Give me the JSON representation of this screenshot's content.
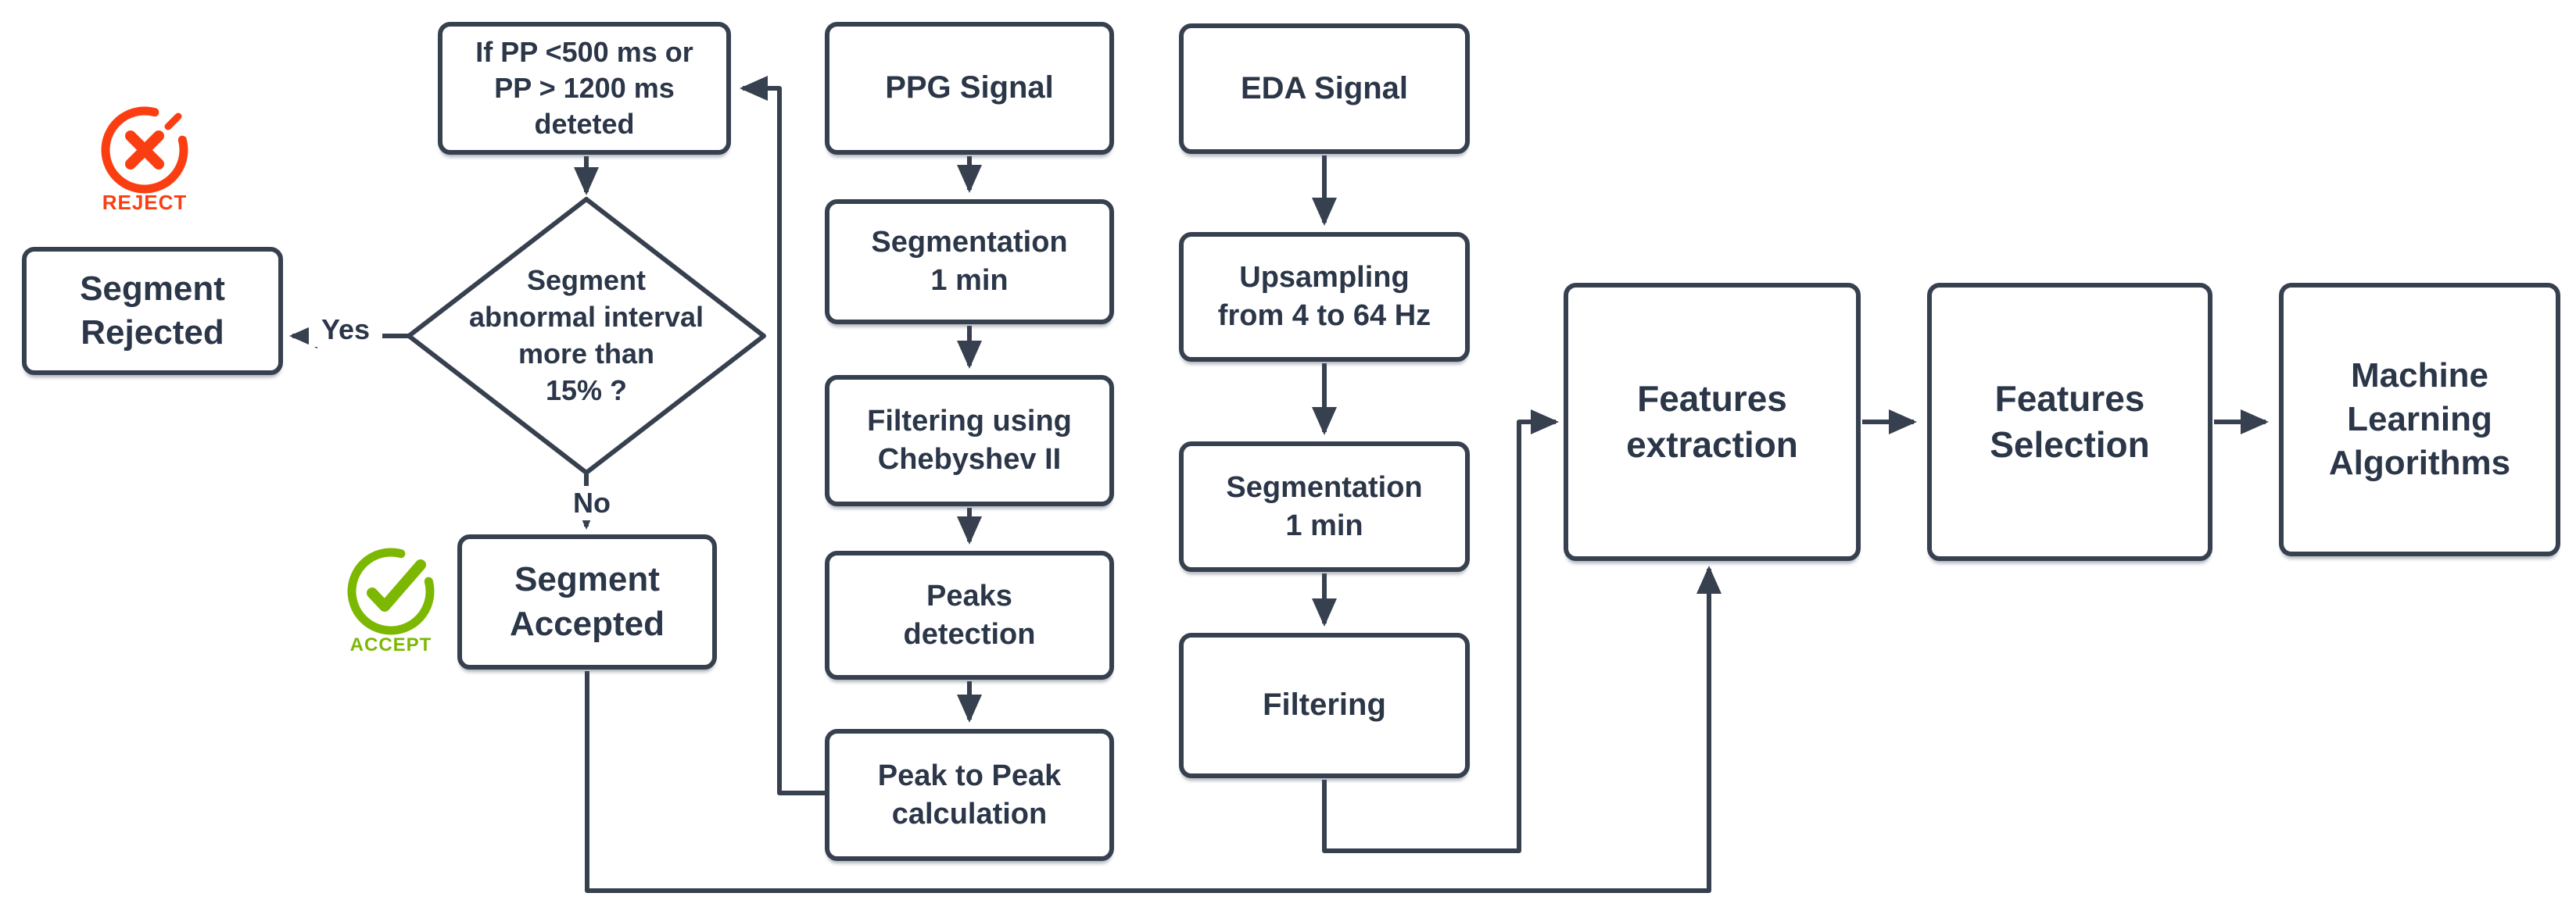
{
  "diagram": {
    "title_hint": "PPG and EDA signal preprocessing flowchart",
    "colors": {
      "line": "#37404F",
      "text": "#2B3648",
      "reject": "#FA3E11",
      "accept": "#7CB802",
      "background": "#FFFFFF"
    },
    "nodes": {
      "if_pp": "If PP <500 ms or\nPP > 1200 ms\ndeteted",
      "segment_rejected": "Segment\nRejected",
      "decision": "Segment\nabnormal interval\nmore than\n15% ?",
      "segment_accepted": "Segment\nAccepted",
      "ppg_signal": "PPG Signal",
      "ppg_segmentation": "Segmentation\n1 min",
      "ppg_filtering": "Filtering using\nChebyshev II",
      "peaks_detection": "Peaks\ndetection",
      "peak_to_peak": "Peak to Peak\ncalculation",
      "eda_signal": "EDA Signal",
      "upsampling": "Upsampling\nfrom 4 to 64 Hz",
      "eda_segmentation": "Segmentation\n1 min",
      "eda_filtering": "Filtering",
      "features_extraction": "Features\nextraction",
      "features_selection": "Features\nSelection",
      "ml_algorithms": "Machine\nLearning\nAlgorithms"
    },
    "edge_labels": {
      "yes": "Yes",
      "no": "No"
    },
    "badges": {
      "reject": "REJECT",
      "accept": "ACCEPT"
    },
    "icons": {
      "reject": "circle-x-icon",
      "accept": "circle-check-icon"
    }
  }
}
